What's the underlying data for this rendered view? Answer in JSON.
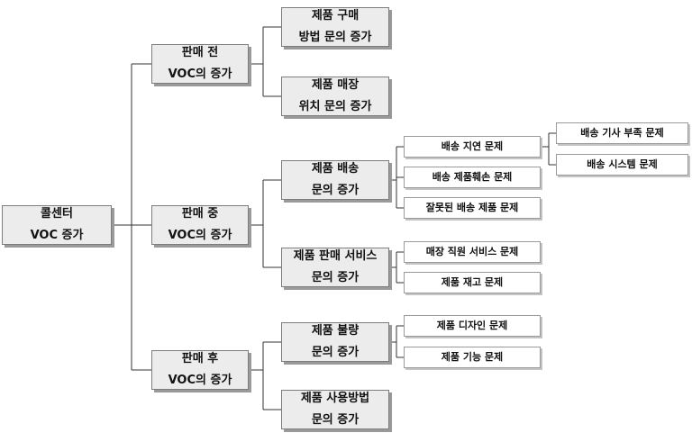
{
  "diagram": {
    "root": {
      "line1": "콜센터",
      "line2": "VOC 증가"
    },
    "stages": [
      {
        "line1": "판매 전",
        "line2": "VOC의 증가",
        "causes": [
          {
            "line1": "제품 구매",
            "line2": "방법 문의 증가"
          },
          {
            "line1": "제품 매장",
            "line2": "위치 문의 증가"
          }
        ]
      },
      {
        "line1": "판매 중",
        "line2": "VOC의 증가",
        "causes": [
          {
            "line1": "제품 배송",
            "line2": "문의 증가",
            "issues": [
              {
                "label": "배송 지연 문제",
                "sub_issues": [
                  "배송 기사 부족 문제",
                  "배송 시스템 문제"
                ]
              },
              {
                "label": "배송 제품훼손 문제"
              },
              {
                "label": "잘못된 배송 제품 문제"
              }
            ]
          },
          {
            "line1": "제품 판매 서비스",
            "line2": "문의 증가",
            "issues": [
              {
                "label": "매장 직원 서비스 문제"
              },
              {
                "label": "제품 재고 문제"
              }
            ]
          }
        ]
      },
      {
        "line1": "판매 후",
        "line2": "VOC의 증가",
        "causes": [
          {
            "line1": "제품 불량",
            "line2": "문의 증가",
            "issues": [
              {
                "label": "제품 디자인 문제"
              },
              {
                "label": "제품 기능 문제"
              }
            ]
          },
          {
            "line1": "제품 사용방법",
            "line2": "문의 증가"
          }
        ]
      }
    ]
  }
}
